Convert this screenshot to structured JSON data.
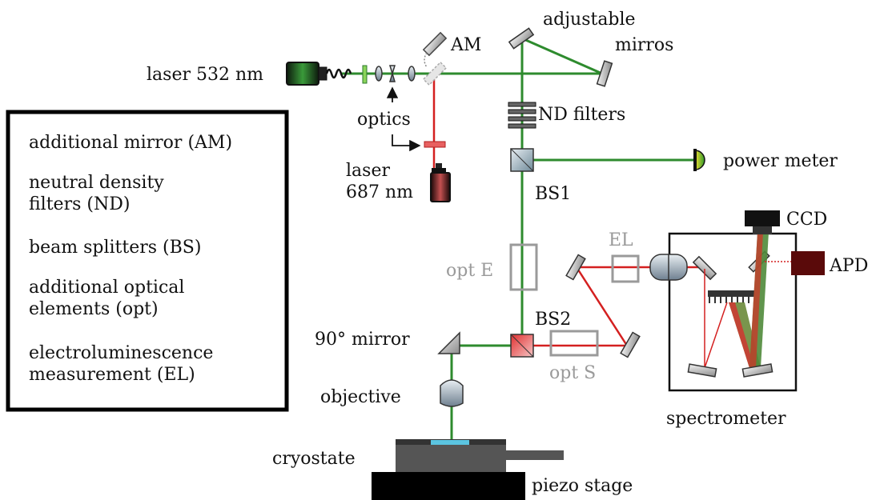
{
  "labels": {
    "laser532": "laser 532 nm",
    "am": "AM",
    "adjustable": "adjustable",
    "mirros": "mirros",
    "optics": "optics",
    "nd_filters": "ND filters",
    "laser": "laser",
    "nm687": "687 nm",
    "power_meter": "power meter",
    "bs1": "BS1",
    "ccd": "CCD",
    "el": "EL",
    "apd": "APD",
    "opt_e": "opt E",
    "bs2": "BS2",
    "mirror90": "90° mirror",
    "opt_s": "opt S",
    "objective": "objective",
    "spectrometer": "spectrometer",
    "cryostate": "cryostate",
    "piezo_stage": "piezo stage"
  },
  "legend": [
    {
      "lines": [
        "additional mirror (AM)"
      ]
    },
    {
      "lines": [
        "neutral density",
        "filters (ND)"
      ]
    },
    {
      "lines": [
        "beam splitters (BS)"
      ]
    },
    {
      "lines": [
        "additional optical",
        "elements (opt)"
      ]
    },
    {
      "lines": [
        "electroluminescence",
        "measurement (EL)"
      ]
    }
  ],
  "colors": {
    "green_beam": "#2e8b2e",
    "red_beam": "#d42020",
    "gray_element": "#9a9a9a",
    "apd_box": "#5a0a0a"
  }
}
